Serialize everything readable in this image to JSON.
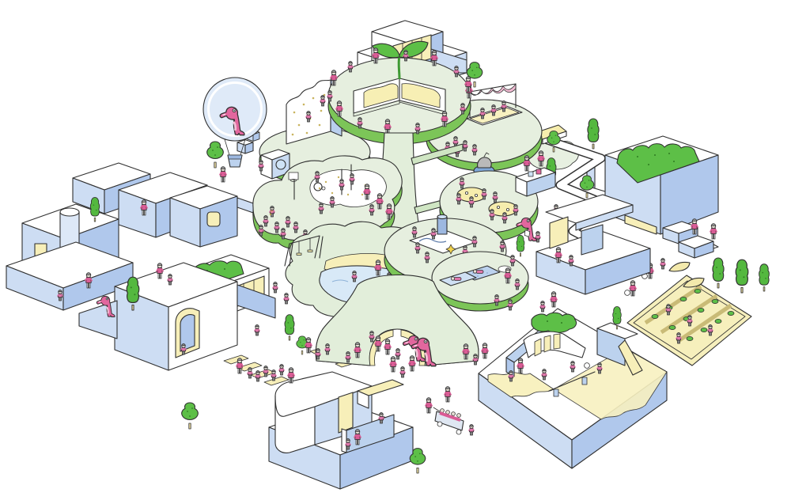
{
  "scene": {
    "title": "Isometric illustration of a children's campus built around a giant tree with platform canopies",
    "glyphs": {
      "music_note": "♪"
    },
    "labels": {
      "balloon": "Hot-air balloon with pink T-rex mascot",
      "tree": "Giant tree structure",
      "book_platform": "Reading platform with open picture book and sprout",
      "climb_platform": "Climbing-wall platform",
      "stage_platform": "Performance stage platform with striped awning",
      "dance_platform": "Music and dance platform",
      "lunch_platform": "Dining platform with serving counter",
      "art_platform": "Drawing and crafts platform",
      "nap_platform": "Nap-time platform with mats",
      "pond_yard": "Water-play pond, sand and swing yard",
      "tree_arch": "Archway through the tree trunk",
      "north_building": "North building",
      "west_buildings": "West building cluster",
      "southwest_building": "South-west nursery building with arched door",
      "south_building": "South building with curved wall",
      "east_building": "East building with rooftop hedge and ramp",
      "mid_east_building": "Small east pavilion",
      "courtyard": "South-east play courtyard with sand border",
      "garden": "Vegetable garden with harvesting children",
      "crosswalk": "Yellow crosswalk with children crossing",
      "path": "Winding path with trees",
      "cart": "Teacher pulling a toddler cart",
      "dinosaur": "Pink dinosaur mascot",
      "person": "Figure",
      "tree_plant": "Tree"
    },
    "palette": {
      "outline": "#303030",
      "pink": "#da5c95",
      "pink_light": "#f2c0d6",
      "skin": "#e6ded4",
      "hair_gray": "#9a9a9a",
      "platform_top": "#e6efdf",
      "platform_rim": "#7cc558",
      "tree_green": "#5dbf47",
      "trunk_green": "#e2eeda",
      "building_white": "#ffffff",
      "building_blue_light": "#cdddf3",
      "building_blue_mid": "#b0c8ec",
      "accent_yellow": "#f7efb9",
      "water_blue": "#d8e9f7",
      "balloon_blue": "#dfeaf8"
    }
  }
}
